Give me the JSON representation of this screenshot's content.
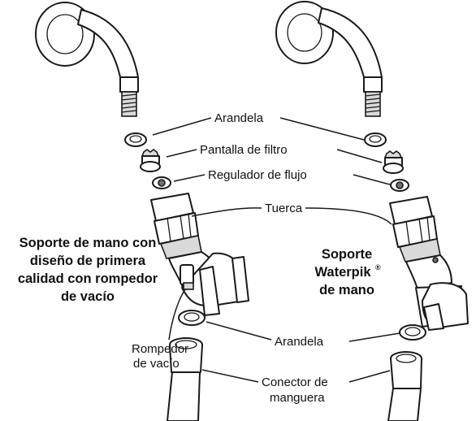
{
  "labels": {
    "arandela_top": "Arandela",
    "pantalla": "Pantalla de filtro",
    "regulador": "Regulador de flujo",
    "tuerca": "Tuerca",
    "rompedor_1": "Rompedor",
    "rompedor_2": "de vacío",
    "arandela_bottom": "Arandela",
    "conector_1": "Conector de",
    "conector_2": "manguera"
  },
  "left_title": {
    "line1": "Soporte de mano con",
    "line2": "diseño de primera",
    "line3": "calidad con rompedor",
    "line4": "de vacío"
  },
  "right_title": {
    "line1": "Soporte",
    "line2": "Waterpik",
    "reg": "®",
    "line3": "de mano"
  }
}
